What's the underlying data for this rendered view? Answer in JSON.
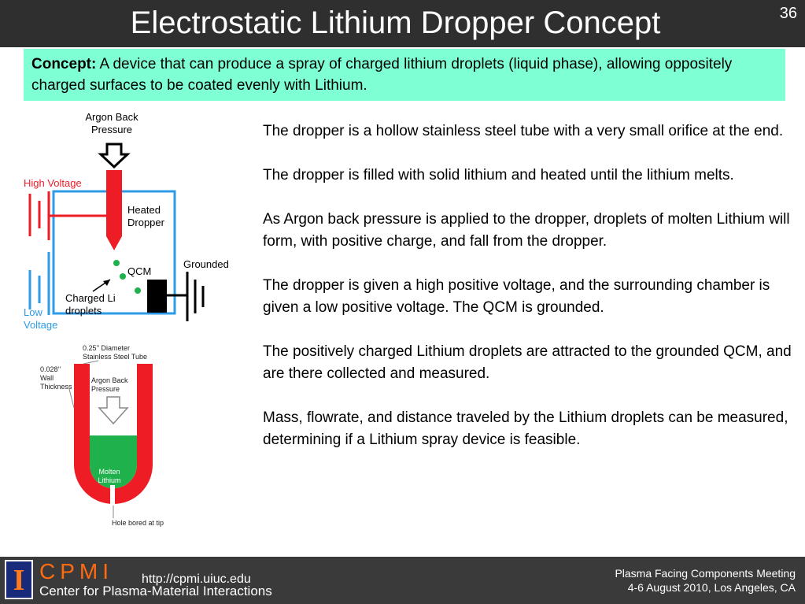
{
  "header": {
    "title": "Electrostatic Lithium Dropper Concept",
    "slide_number": "36"
  },
  "concept": {
    "label": "Concept:",
    "text": " A device that can produce a spray of charged lithium droplets (liquid phase), allowing oppositely charged surfaces to be coated evenly with Lithium."
  },
  "diagram_top": {
    "argon_back_pressure": [
      "Argon Back",
      "Pressure"
    ],
    "high_voltage": "High Voltage",
    "heated_dropper": [
      "Heated",
      "Dropper"
    ],
    "grounded": "Grounded",
    "qcm": "QCM",
    "charged_li_droplets": [
      "Charged Li",
      "droplets"
    ],
    "low_voltage": [
      "Low",
      "Voltage"
    ]
  },
  "diagram_bottom": {
    "diameter": [
      "0.25’’ Diameter",
      "Stainless Steel Tube"
    ],
    "wall_thickness": [
      "0.028’’",
      "Wall",
      "Thickness"
    ],
    "argon_back_pressure": [
      "Argon Back",
      "Pressure"
    ],
    "molten_lithium": [
      "Molten",
      "Lithium"
    ],
    "hole": "Hole bored at tip"
  },
  "paragraphs": [
    "The dropper is a hollow stainless steel tube with a very small orifice at the end.",
    "The dropper is filled with solid lithium and heated until the lithium melts.",
    "As Argon back pressure is applied to the dropper, droplets of molten Lithium will form, with positive charge, and fall from the dropper.",
    "The dropper is given a high positive voltage, and the surrounding chamber is given a low positive voltage. The QCM is grounded.",
    "The positively charged Lithium droplets are attracted to the grounded QCM, and are there collected and measured.",
    "Mass, flowrate, and distance traveled by the Lithium droplets can be measured, determining if a Lithium spray device is feasible."
  ],
  "footer": {
    "logo_letter": "I",
    "cpmi": "CPMI",
    "cpmi_full": "Center for Plasma-Material Interactions",
    "url": "http://cpmi.uiuc.edu",
    "meeting_line1": "Plasma Facing Components Meeting",
    "meeting_line2": "4-6 August 2010, Los Angeles, CA"
  },
  "colors": {
    "red": "#ee1c25",
    "blue": "#2e9be6",
    "green": "#1fb14c",
    "teal": "#7fffd4",
    "orange": "#ff6a10"
  }
}
